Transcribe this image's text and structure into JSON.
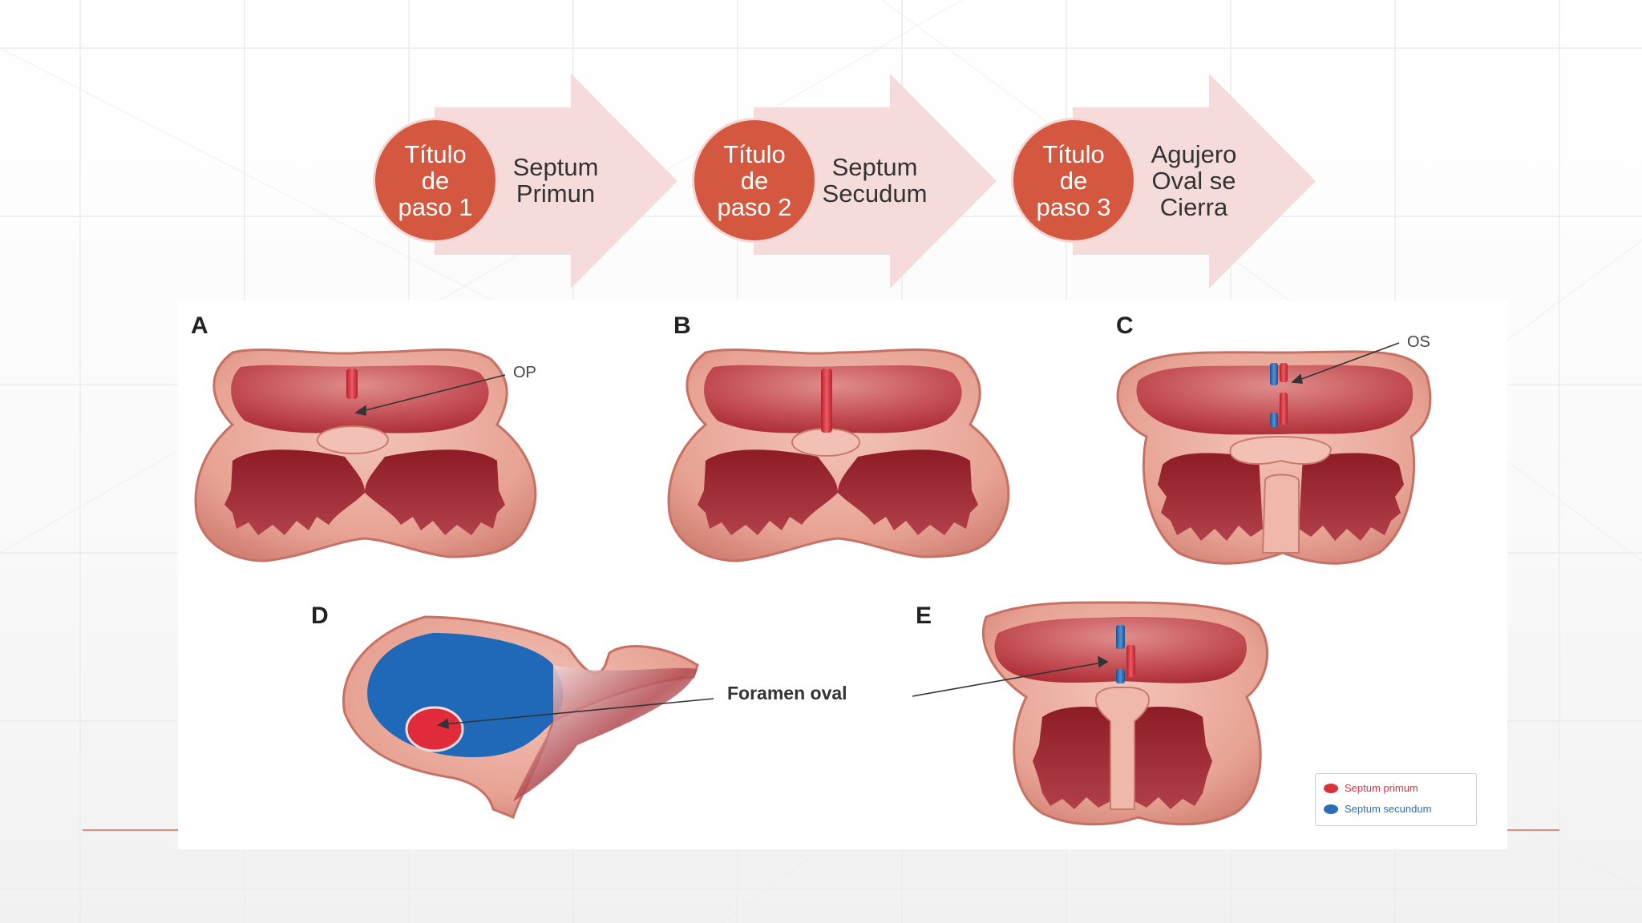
{
  "steps": [
    {
      "title_line1": "Título",
      "title_line2": "de",
      "title_line3": "paso 1",
      "label_line1": "Septum",
      "label_line2": "Primun",
      "label_line3": ""
    },
    {
      "title_line1": "Título",
      "title_line2": "de",
      "title_line3": "paso 2",
      "label_line1": "Septum",
      "label_line2": "Secudum",
      "label_line3": ""
    },
    {
      "title_line1": "Título",
      "title_line2": "de",
      "title_line3": "paso 3",
      "label_line1": "Agujero",
      "label_line2": "Oval se",
      "label_line3": "Cierra"
    }
  ],
  "figure": {
    "panels": {
      "a": "A",
      "b": "B",
      "c": "C",
      "d": "D",
      "e": "E"
    },
    "callouts": {
      "op": "OP",
      "os": "OS",
      "foramen": "Foramen oval"
    },
    "legend": {
      "primum": "Septum primum",
      "secundum": "Septum secundum"
    }
  },
  "colors": {
    "step_circle": "#d4573f",
    "step_arrow": "#f5dcdb",
    "septum_primum": "#d9323c",
    "septum_secundum": "#2a6fb5",
    "tissue": "#e9a79b",
    "chamber": "#b7333d"
  }
}
